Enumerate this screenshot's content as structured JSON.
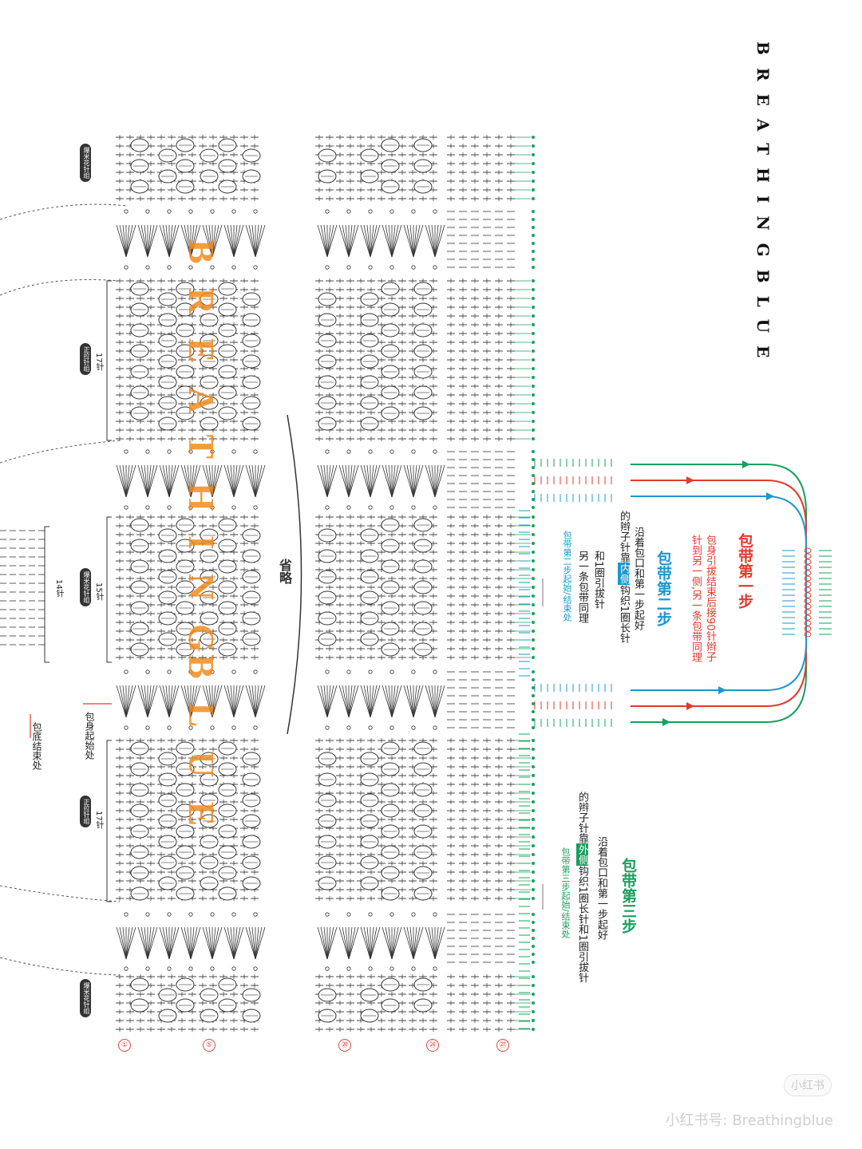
{
  "brand_vertical": "BREATHINGBLUE",
  "watermark": "BREATHING BLUE",
  "watermark_part1": "BREATHING",
  "watermark_part2": "BLUE",
  "omit_label": "省略",
  "step1": {
    "title": "包带第一步",
    "line1": "包身引拔结束后接90针辫子",
    "line2": "针到另一侧,另一条包带同理"
  },
  "step2": {
    "title": "包带第二步",
    "line1": "沿着包口和第一步起好",
    "line2_a": "的辫子针靠",
    "line2_tag": "内侧",
    "line2_b": "钩织1圈长针",
    "line3": "和1圈引拔针",
    "line4": "另一条包带同理",
    "note": "包带第二步起始/结束处"
  },
  "step3": {
    "title": "包带第三步",
    "line1": "沿着包口和第一步起好",
    "line2_a": "的辫子针靠",
    "line2_tag": "外侧",
    "line2_b": "钩织1圈长针和1圈引拔针",
    "note": "包带第三步起始/结束处"
  },
  "labels": {
    "bag_start": "包身起始处",
    "bottom_end": "包底结束处",
    "count_17_top": "17针",
    "count_15": "15针",
    "count_14": "14针",
    "count_17_bottom": "17针",
    "pill_a": "爆米花针组",
    "pill_b": "正拉针组",
    "pill_c": "爆米花针组",
    "pill_d": "正拉针组",
    "pill_e": "爆米花针组"
  },
  "row_numbers": [
    "①",
    "⑤",
    "⑳",
    "㉔",
    "㉗"
  ],
  "footer": {
    "logo": "小红书",
    "id": "小红书号: Breathingblue"
  },
  "colors": {
    "red": "#e23a2e",
    "blue": "#1c98cf",
    "green": "#1aa05c",
    "orange_watermark": "#f08c1e",
    "ink": "#333333"
  }
}
